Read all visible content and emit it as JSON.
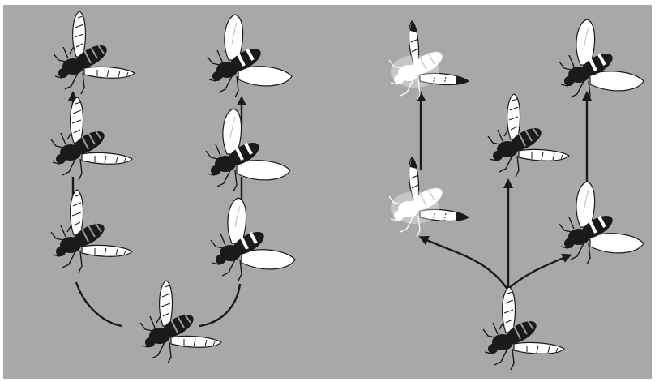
{
  "colors": {
    "background": "#a8a8a8",
    "frame": "#ffffff",
    "ink": "#1a1a1a",
    "white": "#ffffff",
    "grey_band": "#7c7c7c"
  },
  "panels": [
    {
      "id": "left-panel",
      "flies": [
        {
          "id": "ancestor",
          "body": "dark",
          "wing": "striped"
        },
        {
          "id": "a1",
          "body": "dark",
          "wing": "striped"
        },
        {
          "id": "a2",
          "body": "dark",
          "wing": "striped"
        },
        {
          "id": "a3",
          "body": "dark",
          "wing": "striped"
        },
        {
          "id": "b1",
          "body": "banded",
          "wing": "white-blotch"
        },
        {
          "id": "b2",
          "body": "banded",
          "wing": "white-blotch"
        },
        {
          "id": "b3",
          "body": "banded",
          "wing": "white-blotch"
        }
      ]
    },
    {
      "id": "right-panel",
      "flies": [
        {
          "id": "root",
          "body": "dark",
          "wing": "striped"
        },
        {
          "id": "c1",
          "body": "pale",
          "wing": "dark-tips"
        },
        {
          "id": "c2",
          "body": "pale",
          "wing": "dark-tips"
        },
        {
          "id": "d1",
          "body": "dark",
          "wing": "striped"
        },
        {
          "id": "e1",
          "body": "banded",
          "wing": "white-blotch"
        },
        {
          "id": "e2",
          "body": "banded",
          "wing": "white-blotch"
        }
      ]
    }
  ]
}
